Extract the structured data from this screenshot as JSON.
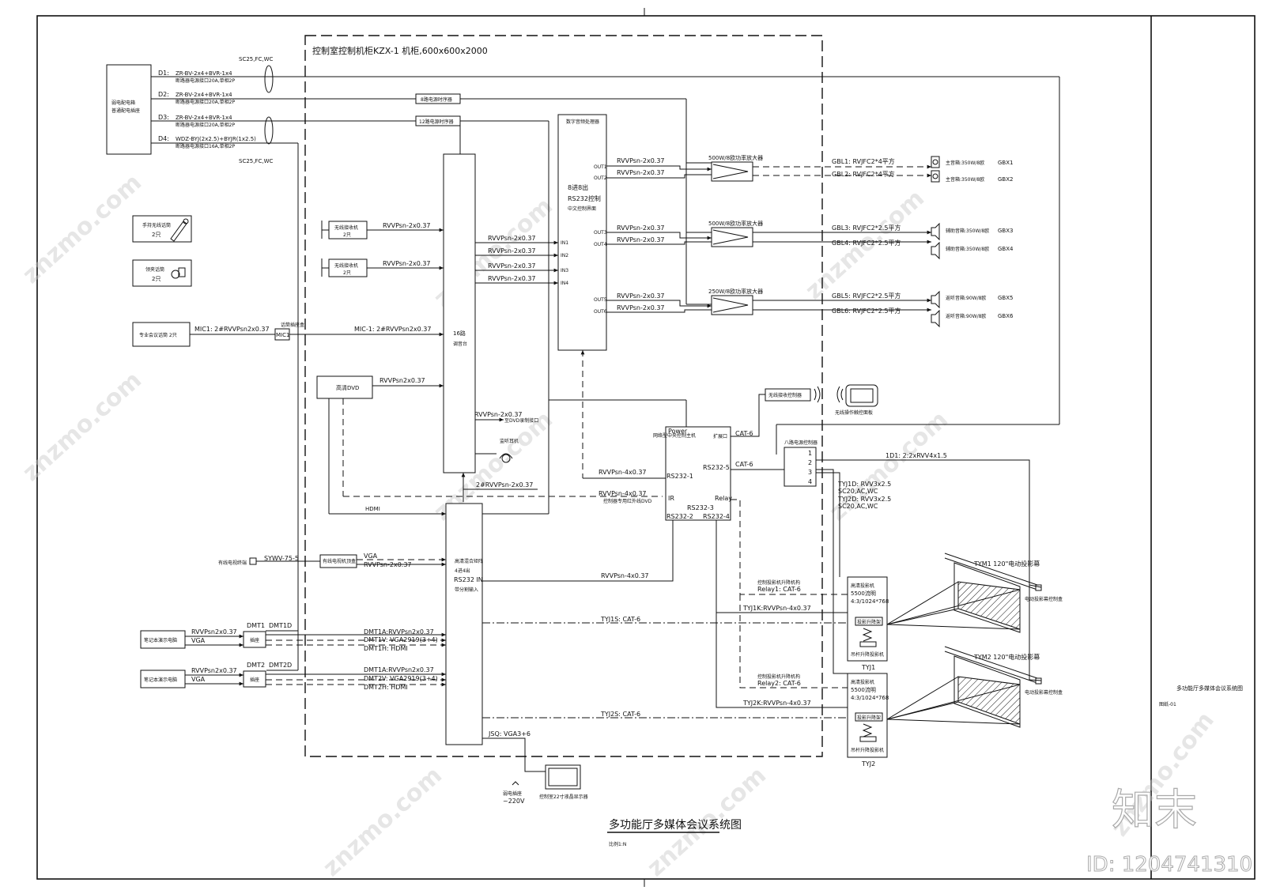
{
  "diagram": {
    "title": "多功能厅多媒体会议系统图",
    "scale_note": "比例1:N",
    "cabinet_label": "控制室控制机柜KZX-1  机柜,600x600x2000",
    "sidebar_title": "多功能厅多媒体会议系统图",
    "sidebar_sub": "图纸-01",
    "watermark_logo": "知末",
    "watermark_id": "ID: 1204741310",
    "watermark_text": "znzmo.com"
  },
  "power": {
    "panel_label": "弱电配电箱 普通配电插座",
    "conduit_top": "SC25,FC,WC",
    "conduit_bottom": "SC25,FC,WC",
    "d1": "D1:",
    "d1_cable": "ZR-BV-2x4+BVR-1x4",
    "d1_brk": "断路器电源接口20A,单相2P",
    "d2": "D2:",
    "d2_cable": "ZR-BV-2x4+BVR-1x4",
    "d2_brk": "断路器电源接口20A,单相2P",
    "d3": "D3:",
    "d3_cable": "ZR-BV-2x4+BVR-1x4",
    "d3_brk": "断路器电源接口20A,单相2P",
    "d4": "D4:",
    "d4_cable": "WDZ-BYJ(2x2.5)+BYJR(1x2.5)",
    "d4_brk": "断路器电源接口16A,单相2P",
    "seq8": "8路电源时序器",
    "seq12": "12路电源时序器"
  },
  "inputs": {
    "handheld": "手持无线话筒",
    "handheld_n": "2只",
    "lavalier": "领夹话筒",
    "lavalier_n": "2只",
    "rx1": "无线接收机",
    "rx1_n": "2只",
    "rx2": "无线接收机",
    "rx2_n": "2只",
    "rx_cable1": "RVVPsn-2x0.37",
    "rx_cable2": "RVVPsn-2x0.37",
    "confmic": "专业会议话筒 2只",
    "mic_cable": "MIC1: 2#RVVPsn2x0.37",
    "mic_box": "MIC1",
    "mic_box_label": "话筒插座盒",
    "mic_to_mixer": "MIC-1: 2#RVVPsn2x0.37",
    "dvd": "高清DVD",
    "dvd_cable": "RVVPsn2x0.37",
    "hdmi": "HDMI",
    "tv_label": "有线电视终端",
    "sywv": "SYWV-75-5",
    "tv_box": "有线电视机顶盒",
    "vga": "VGA",
    "vga_cable": "RVVPsn-2x0.37"
  },
  "mixer": {
    "label1": "16路",
    "label2": "调音台",
    "out1": "RVVPsn-2x0.37",
    "out2": "RVVPsn-2x0.37",
    "out3": "RVVPsn-2x0.37",
    "out4": "RVVPsn-2x0.37",
    "rec_cable": "RVVPsn-2x0.37",
    "rec_label": "至DVD录制接口",
    "monitor_label": "监听耳机",
    "to_matrix": "2#RVVPsn-2x0.37"
  },
  "dsp": {
    "title": "数字音频处理器",
    "label1": "8进8出",
    "label2": "RS232控制",
    "label3": "中文控制界面",
    "in1": "IN1",
    "in2": "IN2",
    "in3": "IN3",
    "in4": "IN4",
    "out1": "OUT1",
    "out2": "OUT2",
    "out3": "OUT3",
    "out4": "OUT4",
    "out5": "OUT5",
    "out6": "OUT6",
    "c1": "RVVPsn-2x0.37",
    "c2": "RVVPsn-2x0.37",
    "c3": "RVVPsn-2x0.37",
    "c4": "RVVPsn-2x0.37",
    "c5": "RVVPsn-2x0.37",
    "c6": "RVVPsn-2x0.37"
  },
  "amps": {
    "a1": "500W/8欧功率放大器",
    "a2": "500W/8欧功率放大器",
    "a3": "250W/8欧功率放大器"
  },
  "speakers": {
    "gbl1": "GBL1: RVJFC2*4平方",
    "gbl2": "GBL2: RVJFC2*4平方",
    "gbl3": "GBL3: RVJFC2*2.5平方",
    "gbl4": "GBL4: RVJFC2*2.5平方",
    "gbl5": "GBL5: RVJFC2*2.5平方",
    "gbl6": "GBL6: RVJFC2*2.5平方",
    "s1": "主音箱:350W/8欧",
    "s2": "主音箱:350W/8欧",
    "s3": "辅助音箱:350W/8欧",
    "s4": "辅助音箱:350W/8欧",
    "s5": "返听音箱:90W/8欧",
    "s6": "返听音箱:90W/8欧",
    "g1": "GBX1",
    "g2": "GBX2",
    "g3": "GBX3",
    "g4": "GBX4",
    "g5": "GBX5",
    "g6": "GBX6"
  },
  "controller": {
    "title": "网络型中央控制主机",
    "power": "Power",
    "ext": "扩展口",
    "rs232_5": "RS232-5",
    "rs232_1": "RS232-1",
    "ir": "IR",
    "relay": "Relay",
    "rs232_3": "RS232-3",
    "rs232_2": "RS232-2",
    "rs232_4": "RS232-4",
    "cat6_a": "CAT-6",
    "cat6_b": "CAT-6",
    "wifi": "无线接收控制器",
    "tablet": "无线操作触控面板",
    "to_dsp": "RVVPsn-4x0.37",
    "to_dvd": "RVVPsn-4x0.37",
    "to_dvd_note": "控制器专用红外线DVD",
    "to_matrix": "RVVPsn-4x0.37"
  },
  "power_ctrl": {
    "title": "八路电源控制器",
    "p1": "1",
    "p2": "2",
    "p3": "3",
    "p4": "4",
    "feed": "1D1: 2:2xRVV4x1.5",
    "tyj1d": "TYJ1D: RVV3x2.5",
    "tyj1d_b": "SC20,AC,WC",
    "tyj2d": "TYJ2D: RVV3x2.5",
    "tyj2d_b": "SC20,AC,WC"
  },
  "matrix": {
    "label1": "高清混合矩阵",
    "label2": "4进4出",
    "label3": "RS232 IN",
    "label4": "带分割输入",
    "jsq": "JSQ: VGA3+6",
    "tyj1s": "TYJ1S: CAT-6",
    "tyj2s": "TYJ2S: CAT-6"
  },
  "desks": {
    "pc1": "笔记本演示电脑",
    "pc2": "笔记本演示电脑",
    "pc1_c1": "RVVPsn2x0.37",
    "pc1_c2": "VGA",
    "pc2_c1": "RVVPsn2x0.37",
    "pc2_c2": "VGA",
    "dmt1": "DMT1",
    "dmt1d": "DMT1D",
    "dmt1_box": "插座",
    "dmt2": "DMT2",
    "dmt2d": "DMT2D",
    "dmt2_box": "插座",
    "dmt1a": "DMT1A:RVVPsn2x0.37",
    "dmt1v": "DMT1V: VGA2919(3+4)",
    "dmt1h": "DMT1H: HDMI",
    "dmt2a": "DMT1A:RVVPsn2x0.37",
    "dmt2v": "DMT2V: VGA2919(3+4)",
    "dmt2h": "DMT2H: HDMI"
  },
  "projectors": {
    "p1_l1": "高清投影机",
    "p1_l2": "5500流明",
    "p1_l3": "4:3/1024*768",
    "p1_lift": "投影升降架",
    "p1_lift2": "吊杆升降投影机",
    "p1_id": "TYJ1",
    "p1_relay": "控制投影机升降机构",
    "p1_relay_c": "Relay1: CAT-6",
    "p1_ctrl": "TYJ1K:RVVPsn-4x0.37",
    "p2_l1": "高清投影机",
    "p2_l2": "5500流明",
    "p2_l3": "4:3/1024*768",
    "p2_lift": "投影升降架",
    "p2_lift2": "吊杆升降投影机",
    "p2_id": "TYJ2",
    "p2_relay": "控制投影机升降机构",
    "p2_relay_c": "Relay2: CAT-6",
    "p2_ctrl": "TYJ2K:RVVPsn-4x0.37",
    "screen1": "TYM1 120\"电动投影幕",
    "screen2": "TYM2 120\"电动投影幕",
    "screen_ctrl1": "电动投影幕控制盒",
    "screen_ctrl2": "电动投影幕控制盒"
  },
  "monitor": {
    "label": "控制室22寸液晶显示器",
    "power": "弱电插座",
    "voltage": "~220V"
  }
}
